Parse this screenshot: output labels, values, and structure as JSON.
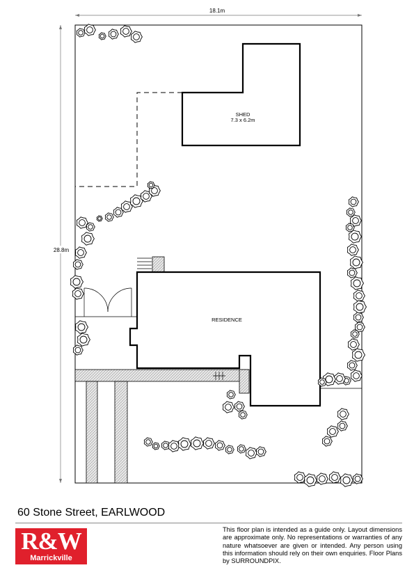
{
  "plan": {
    "width_dim": "18.1m",
    "depth_dim": "28.8m",
    "shed_label": "SHED",
    "shed_size": "7.3 x 6.2m",
    "residence_label": "RESIDENCE"
  },
  "footer": {
    "address": "60 Stone Street, EARLWOOD",
    "logo_brand": "R&W",
    "logo_office": "Marrickville",
    "disclaimer": "This floor plan is intended as a guide only. Layout dimensions are approximate only. No representations or warranties of any nature whatsoever are given or intended. Any person using this information should rely on their own enquiries. Floor Plans by  SURROUNDPIX."
  },
  "colors": {
    "line": "#000000",
    "dimension": "#777777",
    "brand_red": "#e0202c"
  }
}
